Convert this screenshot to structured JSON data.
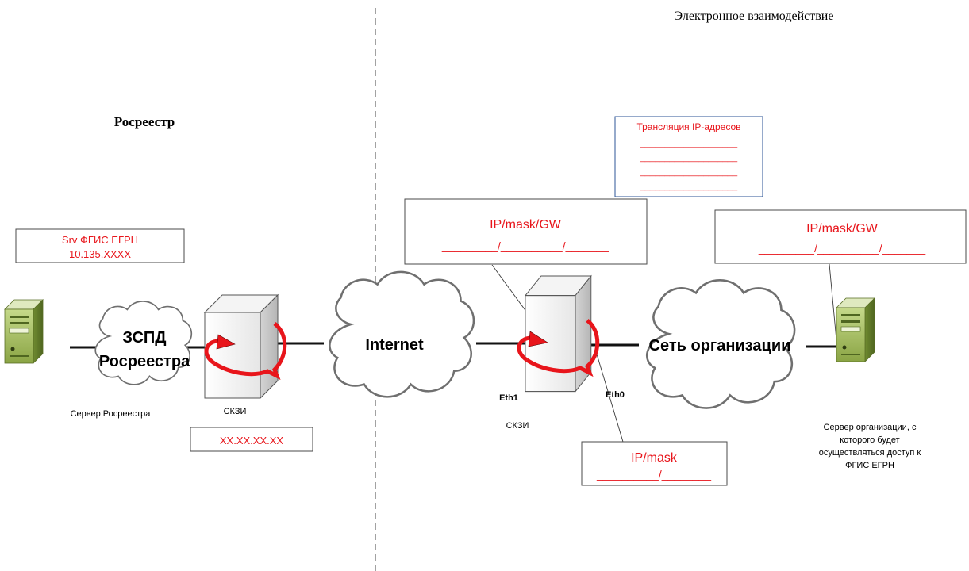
{
  "header": {
    "left_title": "Росреестр",
    "right_title": "Электронное взаимодействие"
  },
  "left": {
    "srv_box": {
      "line1": "Srv ФГИС ЕГРН",
      "line2": "10.135.XXXX"
    },
    "cloud_label": {
      "line1": "ЗСПД",
      "line2": "Росреестра"
    },
    "server_caption": "Сервер Росреестра",
    "skzi_caption": "СКЗИ",
    "skzi_ip": "XX.XX.XX.XX"
  },
  "internet_label": "Internet",
  "right": {
    "nat_box": {
      "title": "Трансляция IP-адресов",
      "lines": [
        "____________________",
        "____________________",
        "____________________",
        "____________________"
      ]
    },
    "ext_box": {
      "title": "IP/mask/GW",
      "value": "_________/__________/_______"
    },
    "org_box": {
      "title": "IP/mask/GW",
      "value": "_________/__________/_______"
    },
    "int_box": {
      "title": "IP/mask",
      "value": "__________/________"
    },
    "eth1": "Eth1",
    "eth0": "Eth0",
    "skzi_caption": "СКЗИ",
    "cloud_label": "Сеть организации",
    "server_caption": [
      "Сервер организации, с",
      "которого будет",
      "осуществляться доступ к",
      "ФГИС ЕГРН"
    ]
  },
  "colors": {
    "accent_red": "#e8151b",
    "nat_border": "#2e5597",
    "server_green": "#a3bf59"
  }
}
